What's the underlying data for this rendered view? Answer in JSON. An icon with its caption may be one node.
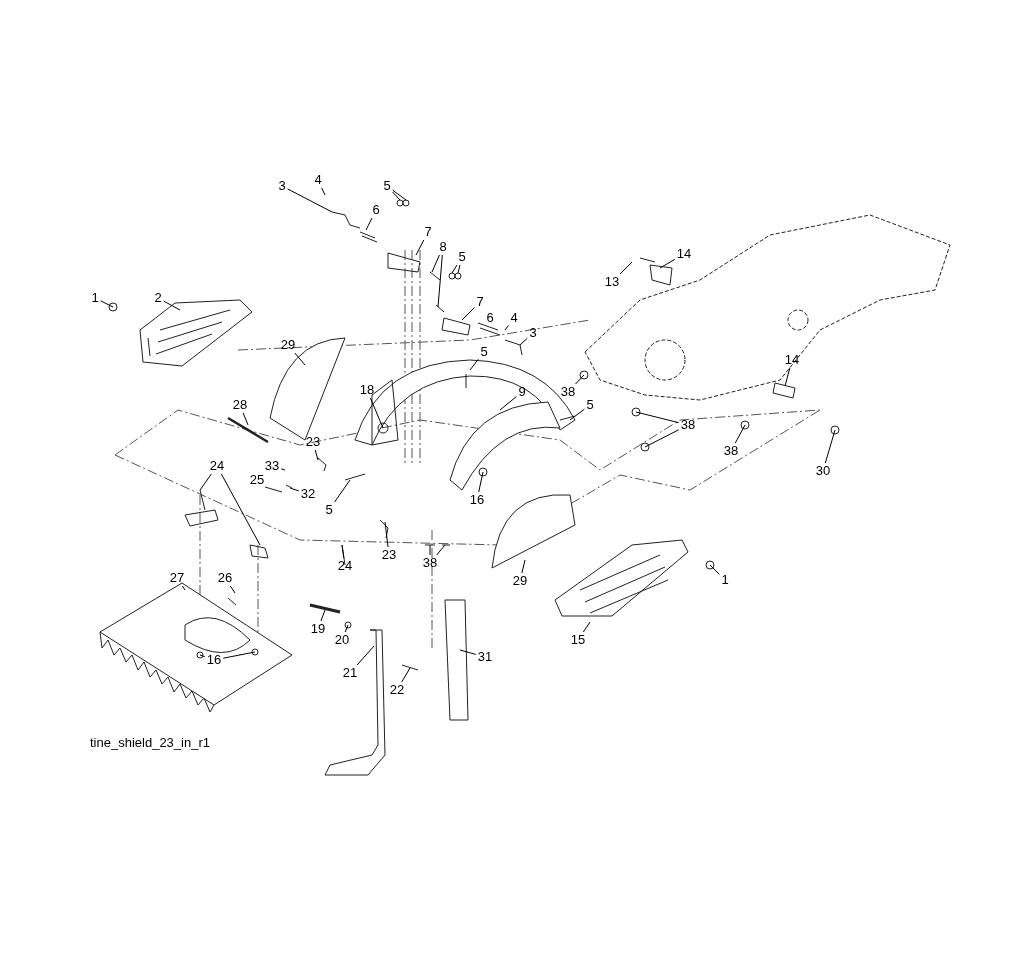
{
  "diagram": {
    "nodes": [
      {
        "text": [
          "1"
        ]
      },
      {
        "text": [
          "2"
        ]
      },
      {
        "text": [
          "3"
        ]
      },
      {
        "text": [
          "4"
        ]
      },
      {
        "text": [
          "5"
        ]
      },
      {
        "text": [
          "6"
        ]
      },
      {
        "text": [
          "7"
        ]
      },
      {
        "text": [
          "8"
        ]
      },
      {
        "text": [
          "5"
        ]
      },
      {
        "text": [
          "7"
        ]
      },
      {
        "text": [
          "6"
        ]
      },
      {
        "text": [
          "4"
        ]
      },
      {
        "text": [
          "3"
        ]
      },
      {
        "text": [
          "29"
        ]
      },
      {
        "text": [
          "5"
        ]
      },
      {
        "text": [
          "18"
        ]
      },
      {
        "text": [
          "9"
        ]
      },
      {
        "text": [
          "28"
        ]
      },
      {
        "text": [
          "23"
        ]
      },
      {
        "text": [
          "24"
        ]
      },
      {
        "text": [
          "33"
        ]
      },
      {
        "text": [
          "25"
        ]
      },
      {
        "text": [
          "32"
        ]
      },
      {
        "text": [
          "5"
        ]
      },
      {
        "text": [
          "16"
        ]
      },
      {
        "text": [
          "23"
        ]
      },
      {
        "text": [
          "24"
        ]
      },
      {
        "text": [
          "38"
        ]
      },
      {
        "text": [
          "29"
        ]
      },
      {
        "text": [
          "1"
        ]
      },
      {
        "text": [
          "15"
        ]
      },
      {
        "text": [
          "27"
        ]
      },
      {
        "text": [
          "26"
        ]
      },
      {
        "text": [
          "16"
        ]
      },
      {
        "text": [
          "19"
        ]
      },
      {
        "text": [
          "20"
        ]
      },
      {
        "text": [
          "21"
        ]
      },
      {
        "text": [
          "22"
        ]
      },
      {
        "text": [
          "31"
        ]
      },
      {
        "text": [
          "13"
        ]
      },
      {
        "text": [
          "14"
        ]
      },
      {
        "text": [
          "38"
        ]
      },
      {
        "text": [
          "5"
        ]
      },
      {
        "text": [
          "38"
        ]
      },
      {
        "text": [
          "14"
        ]
      },
      {
        "text": [
          "38"
        ]
      },
      {
        "text": [
          "30"
        ]
      }
    ],
    "edges": [
      {
        "from": 0,
        "to": null,
        "arrow": "none"
      },
      {
        "from": 1,
        "to": null,
        "arrow": "none"
      },
      {
        "from": 2,
        "to": null,
        "arrow": "none"
      },
      {
        "from": 3,
        "to": null,
        "arrow": "none"
      },
      {
        "from": 4,
        "to": null,
        "arrow": "none"
      },
      {
        "from": 4,
        "to": null,
        "arrow": "none"
      },
      {
        "from": 5,
        "to": null,
        "arrow": "none"
      },
      {
        "from": 6,
        "to": null,
        "arrow": "none"
      },
      {
        "from": 7,
        "to": null,
        "arrow": "none"
      },
      {
        "from": 7,
        "to": null,
        "arrow": "none"
      },
      {
        "from": 8,
        "to": null,
        "arrow": "none"
      },
      {
        "from": 8,
        "to": null,
        "arrow": "none"
      },
      {
        "from": 9,
        "to": null,
        "arrow": "none"
      },
      {
        "from": 10,
        "to": null,
        "arrow": "none"
      },
      {
        "from": 11,
        "to": null,
        "arrow": "none"
      },
      {
        "from": 12,
        "to": null,
        "arrow": "none"
      },
      {
        "from": 13,
        "to": null,
        "arrow": "none"
      },
      {
        "from": 14,
        "to": null,
        "arrow": "none"
      },
      {
        "from": 15,
        "to": null,
        "arrow": "none"
      },
      {
        "from": 16,
        "to": null,
        "arrow": "none"
      },
      {
        "from": 17,
        "to": null,
        "arrow": "none"
      },
      {
        "from": 18,
        "to": null,
        "arrow": "none"
      },
      {
        "from": 19,
        "to": null,
        "arrow": "none"
      },
      {
        "from": 19,
        "to": null,
        "arrow": "none"
      },
      {
        "from": 20,
        "to": null,
        "arrow": "none"
      },
      {
        "from": 21,
        "to": null,
        "arrow": "none"
      },
      {
        "from": 22,
        "to": null,
        "arrow": "none"
      },
      {
        "from": 23,
        "to": null,
        "arrow": "none"
      },
      {
        "from": 24,
        "to": null,
        "arrow": "none"
      },
      {
        "from": 25,
        "to": null,
        "arrow": "none"
      },
      {
        "from": 26,
        "to": null,
        "arrow": "none"
      },
      {
        "from": 27,
        "to": null,
        "arrow": "none"
      },
      {
        "from": 27,
        "to": null,
        "arrow": "none"
      },
      {
        "from": 28,
        "to": null,
        "arrow": "none"
      },
      {
        "from": 29,
        "to": null,
        "arrow": "none"
      },
      {
        "from": 30,
        "to": null,
        "arrow": "none"
      },
      {
        "from": 31,
        "to": null,
        "arrow": "none"
      },
      {
        "from": 32,
        "to": null,
        "arrow": "none"
      },
      {
        "from": 33,
        "to": null,
        "arrow": "none"
      },
      {
        "from": 33,
        "to": null,
        "arrow": "none"
      },
      {
        "from": 34,
        "to": null,
        "arrow": "none"
      },
      {
        "from": 35,
        "to": null,
        "arrow": "none"
      },
      {
        "from": 36,
        "to": null,
        "arrow": "none"
      },
      {
        "from": 37,
        "to": null,
        "arrow": "none"
      },
      {
        "from": 38,
        "to": null,
        "arrow": "none"
      },
      {
        "from": 39,
        "to": null,
        "arrow": "none"
      },
      {
        "from": 40,
        "to": null,
        "arrow": "none"
      },
      {
        "from": 41,
        "to": null,
        "arrow": "none"
      },
      {
        "from": 42,
        "to": null,
        "arrow": "none"
      },
      {
        "from": 43,
        "to": null,
        "arrow": "none"
      },
      {
        "from": 43,
        "to": null,
        "arrow": "none"
      },
      {
        "from": 44,
        "to": null,
        "arrow": "none"
      },
      {
        "from": 45,
        "to": null,
        "arrow": "none"
      },
      {
        "from": 46,
        "to": null,
        "arrow": "none"
      }
    ],
    "labels": [
      "tine_shield_23_in_r1"
    ]
  }
}
